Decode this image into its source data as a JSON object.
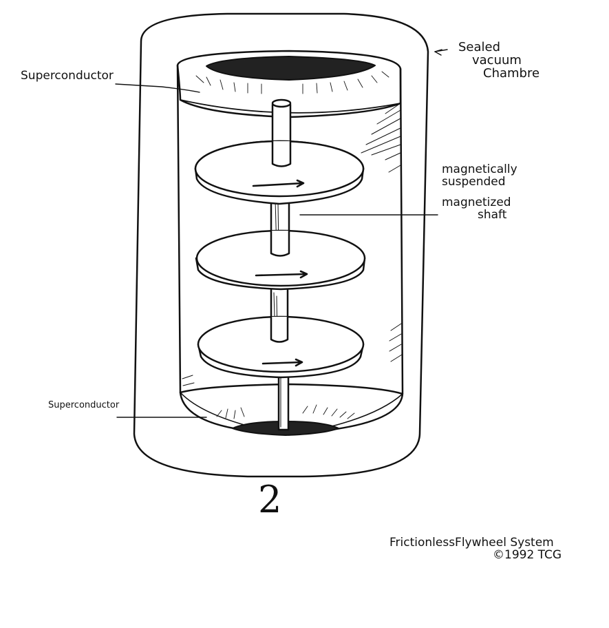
{
  "labels": {
    "superconductor_top": "Superconductor",
    "superconductor_bottom": "Superconductor",
    "chamber_line1": "Sealed",
    "chamber_line2": "vacuum",
    "chamber_line3": "Chambre",
    "maglev_line1": "magnetically",
    "maglev_line2": "suspended",
    "shaft_line1": "magnetized",
    "shaft_line2": "shaft"
  },
  "figure_number": "2",
  "caption": {
    "line1": "FrictionlessFlywheel System",
    "line2": "©1992 TCG"
  },
  "colors": {
    "ink": "#111111",
    "paper": "#ffffff"
  }
}
